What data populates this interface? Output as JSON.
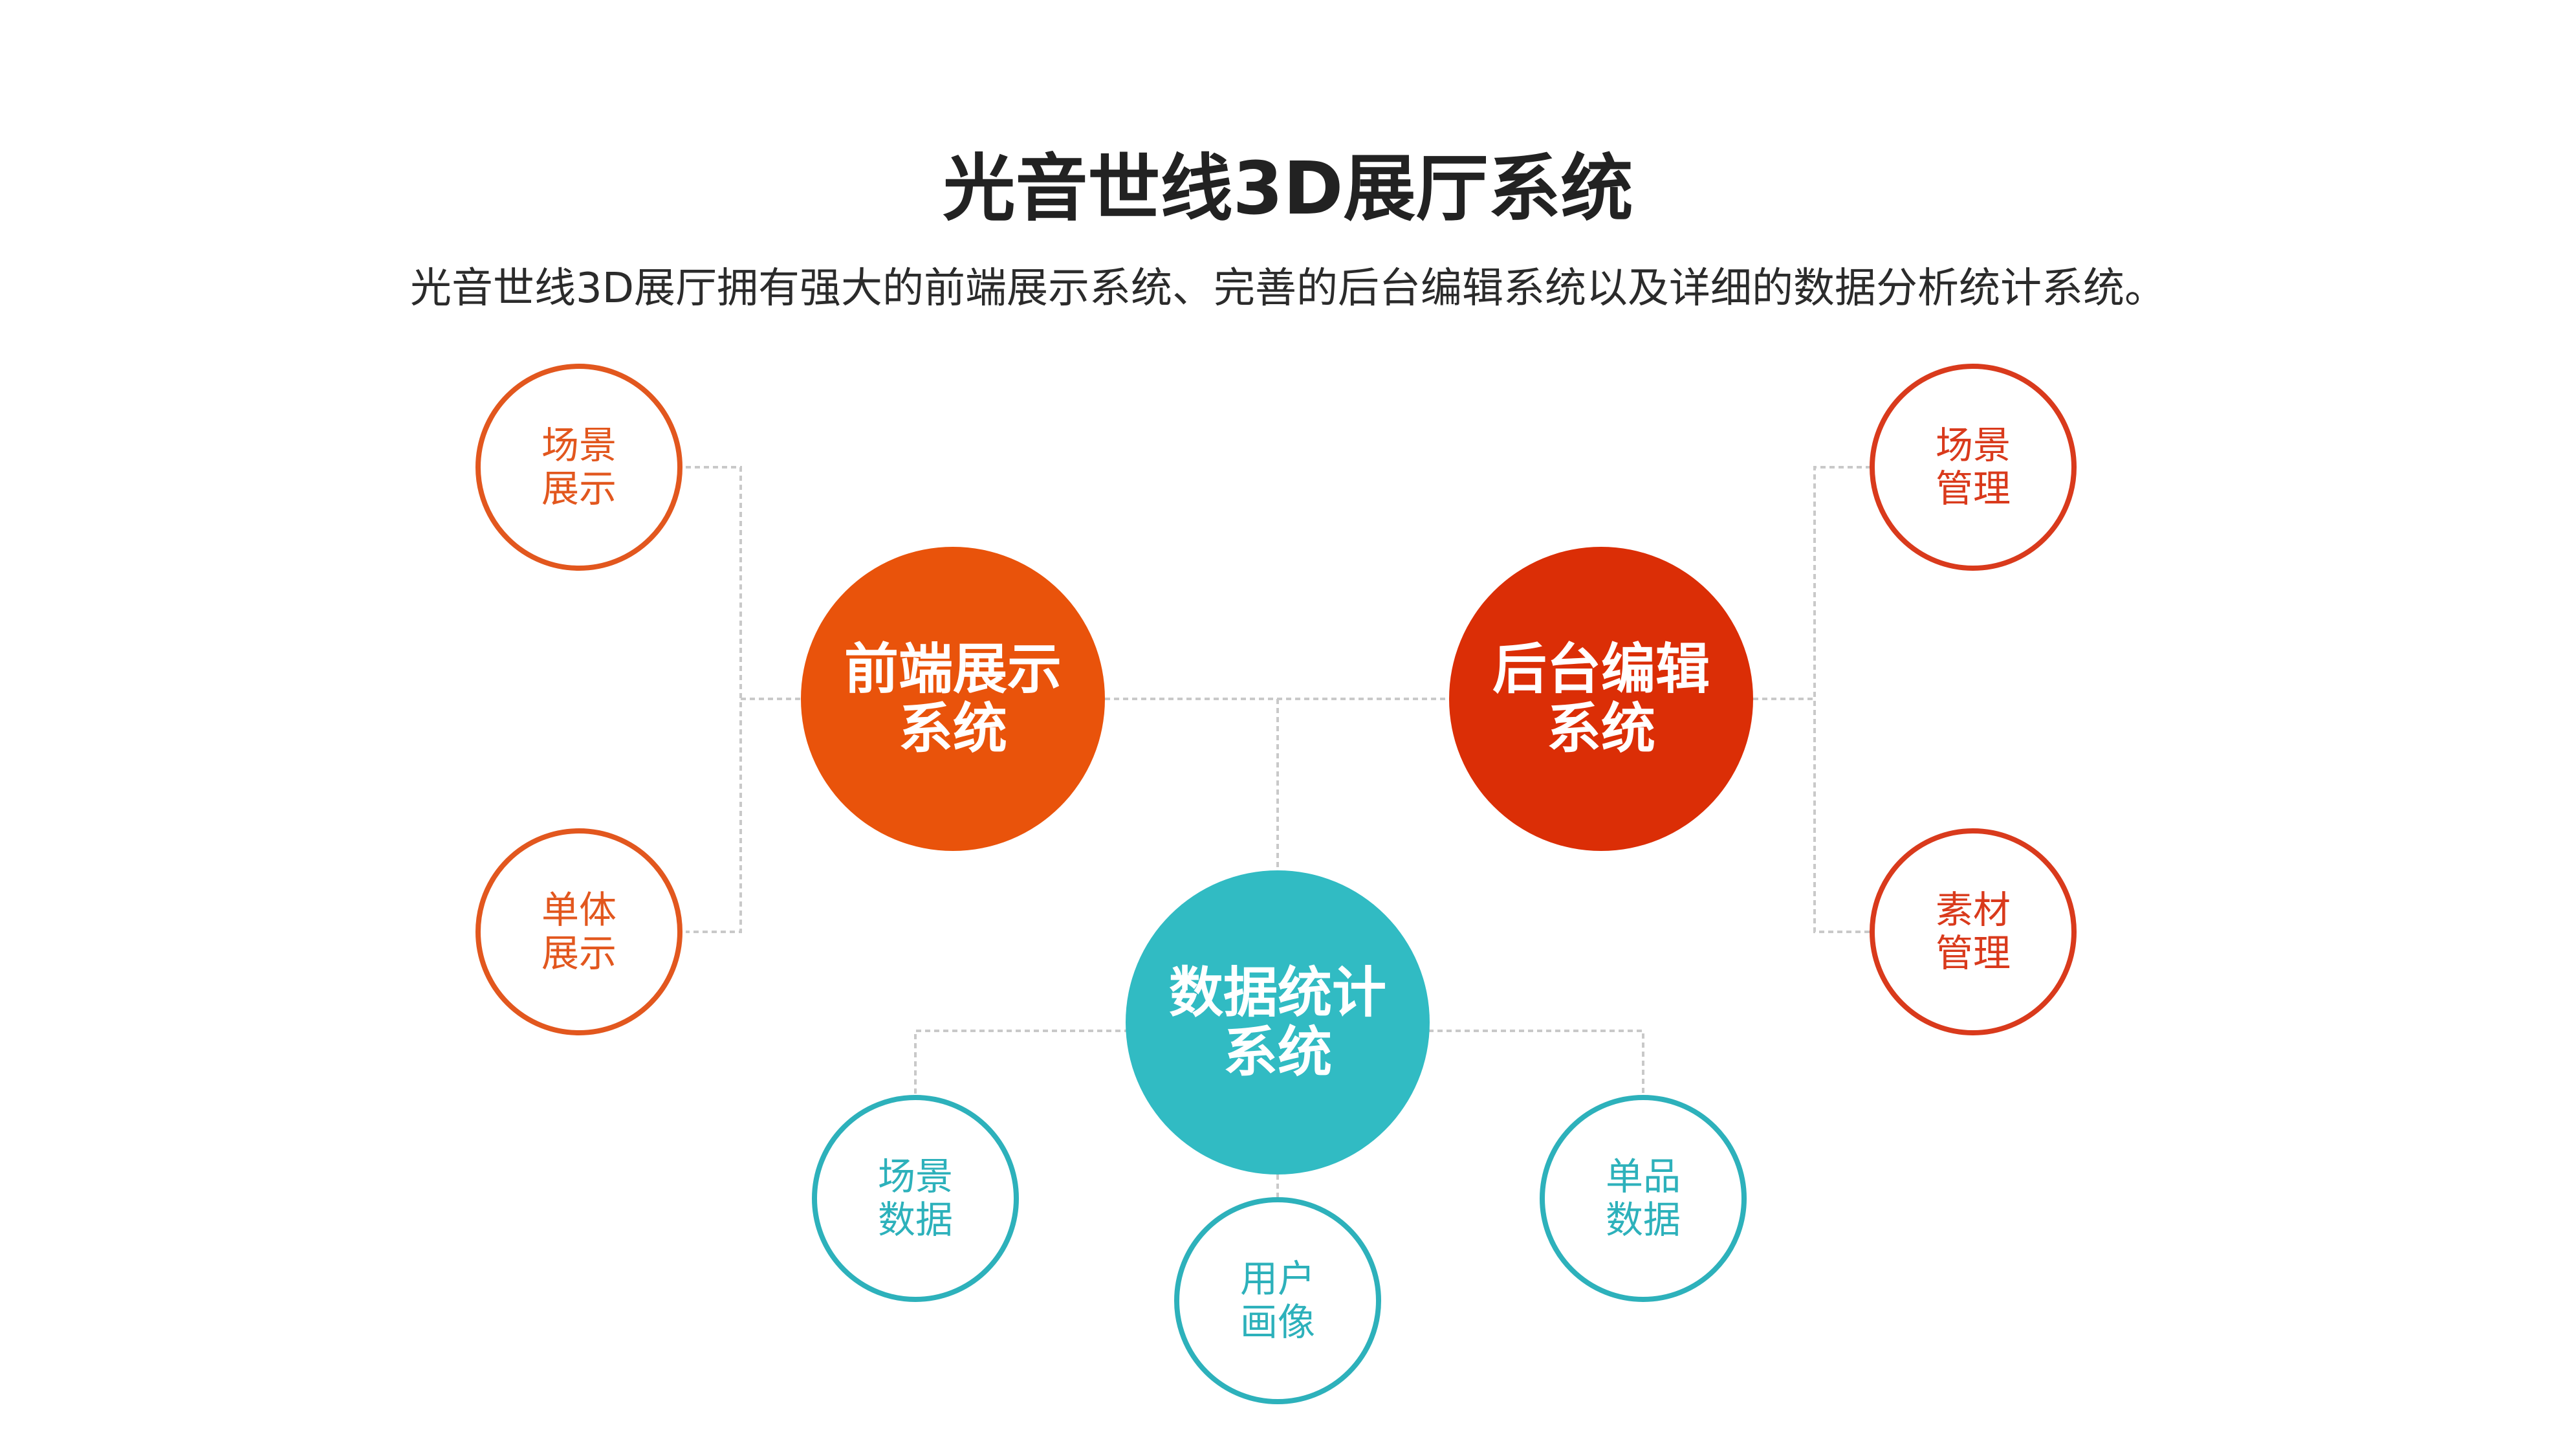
{
  "header": {
    "title": "光音世线3D展厅系统",
    "subtitle": "光音世线3D展厅拥有强大的前端展示系统、完善的后台编辑系统以及详细的数据分析统计系统。"
  },
  "colors": {
    "orange": "#e9530b",
    "red": "#db2e06",
    "teal": "#31bbc3",
    "connector": "#c9c9c9"
  },
  "systems": {
    "frontend": {
      "label": "前端展示\n系统",
      "children": [
        "场景\n展示",
        "单体\n展示"
      ]
    },
    "backend": {
      "label": "后台编辑\n系统",
      "children": [
        "场景\n管理",
        "素材\n管理"
      ]
    },
    "analytics": {
      "label": "数据统计\n系统",
      "children": [
        "场景\n数据",
        "用户\n画像",
        "单品\n数据"
      ]
    }
  }
}
